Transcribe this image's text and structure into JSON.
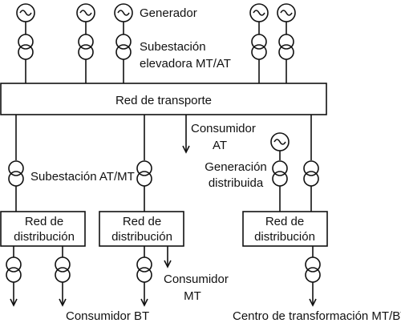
{
  "labels": {
    "generator": "Generador",
    "step_up_line1": "Subestación",
    "step_up_line2": "elevadora MT/AT",
    "transmission": "Red de transporte",
    "hv_consumer_line1": "Consumidor",
    "hv_consumer_line2": "AT",
    "substation_hv_mv": "Subestación AT/MT",
    "distributed_gen_line1": "Generación",
    "distributed_gen_line2": "distribuida",
    "distribution_line1": "Red de",
    "distribution_line2": "distribución",
    "mv_consumer_line1": "Consumidor",
    "mv_consumer_line2": "MT",
    "lv_consumer": "Consumidor BT",
    "transformer_center": "Centro de transformación MT/BT"
  },
  "colors": {
    "stroke": "#111111",
    "background": "#ffffff"
  },
  "icons": {
    "generator": "generator-sine-icon",
    "transformer": "transformer-two-coil-icon",
    "load": "arrow-down-icon"
  }
}
